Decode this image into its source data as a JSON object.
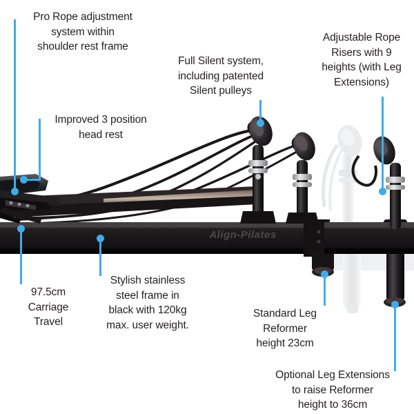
{
  "product": {
    "brand_logo": "Align-Pilates",
    "description": "Side view of a black Align-Pilates reformer with rope risers, pulleys and a ghosted duplicate riser/leg extension overlay on the right",
    "colors": {
      "accent": "#41abe8",
      "text": "#231f20",
      "frame_black": "#181617",
      "frame_black_light": "#3a3537",
      "carriage_rail": "#6d5d52",
      "ghost": "#e9eaec",
      "background": "#ffffff"
    }
  },
  "callouts": [
    {
      "id": "pro-rope-adjustment",
      "text": "Pro Rope adjustment\nsystem within\nshoulder rest frame"
    },
    {
      "id": "head-rest",
      "text": "Improved 3 position\nhead rest"
    },
    {
      "id": "full-silent-system",
      "text": "Full Silent system,\nincluding patented\nSilent pulleys"
    },
    {
      "id": "adjustable-rope-risers",
      "text": "Adjustable Rope\nRisers with 9\nheights (with Leg\nExtensions)"
    },
    {
      "id": "carriage-travel",
      "text": "97.5cm\nCarriage\nTravel"
    },
    {
      "id": "stainless-steel-frame",
      "text": "Stylish stainless\nsteel frame in\nblack with 120kg\nmax. user weight."
    },
    {
      "id": "standard-leg-height",
      "text": "Standard Leg\nReformer\nheight 23cm"
    },
    {
      "id": "optional-leg-extensions",
      "text": "Optional Leg Extensions\nto raise Reformer\nheight to 36cm"
    }
  ]
}
